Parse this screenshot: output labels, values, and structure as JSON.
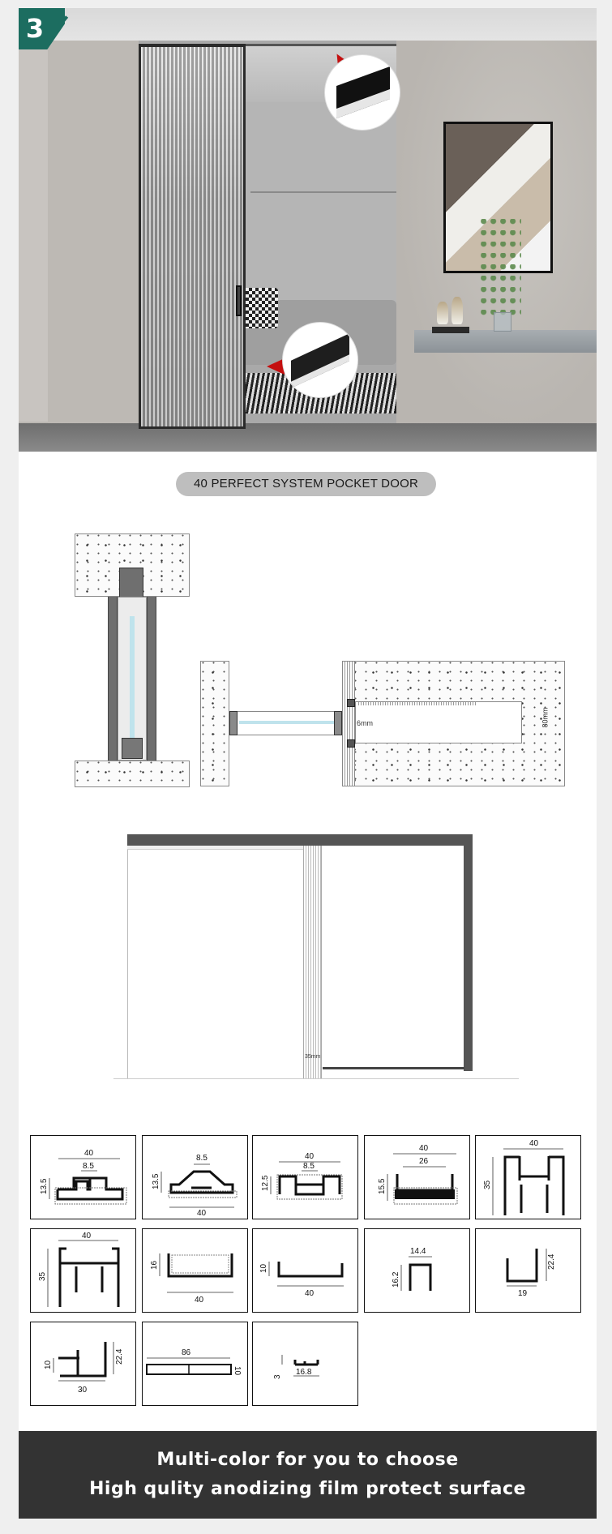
{
  "step_badge": {
    "number": "3",
    "color": "#1c6d60"
  },
  "hero": {
    "callouts": [
      {
        "name": "top-track-profile",
        "pointer_color": "#c40f0f"
      },
      {
        "name": "bottom-track-profile",
        "pointer_color": "#c40f0f"
      }
    ]
  },
  "title_pill": {
    "text": "40 PERFECT SYSTEM POCKET DOOR",
    "background": "#bebebe"
  },
  "drawings": {
    "plan_gap_label": "6mm",
    "plan_depth_label": "80mm",
    "elevation_jamb_label": "35mm"
  },
  "profiles": [
    {
      "id": 1,
      "dims": [
        "40",
        "8.5",
        "13.5"
      ]
    },
    {
      "id": 2,
      "dims": [
        "8.5",
        "13.5",
        "40"
      ]
    },
    {
      "id": 3,
      "dims": [
        "40",
        "8.5",
        "12.5"
      ]
    },
    {
      "id": 4,
      "dims": [
        "40",
        "26",
        "15.5"
      ]
    },
    {
      "id": 5,
      "dims": [
        "40",
        "35"
      ]
    },
    {
      "id": 6,
      "dims": [
        "40",
        "35"
      ]
    },
    {
      "id": 7,
      "dims": [
        "16",
        "40"
      ]
    },
    {
      "id": 8,
      "dims": [
        "10",
        "40"
      ]
    },
    {
      "id": 9,
      "dims": [
        "14.4",
        "16.2"
      ]
    },
    {
      "id": 10,
      "dims": [
        "22.4",
        "19"
      ]
    },
    {
      "id": 11,
      "dims": [
        "10",
        "22.4",
        "30"
      ]
    },
    {
      "id": 12,
      "dims": [
        "86",
        "10"
      ]
    },
    {
      "id": 13,
      "dims": [
        "3",
        "16.8"
      ]
    }
  ],
  "footer": {
    "line1": "Multi-color for you to choose",
    "line2": "High qulity anodizing film protect surface",
    "background": "#333333"
  }
}
